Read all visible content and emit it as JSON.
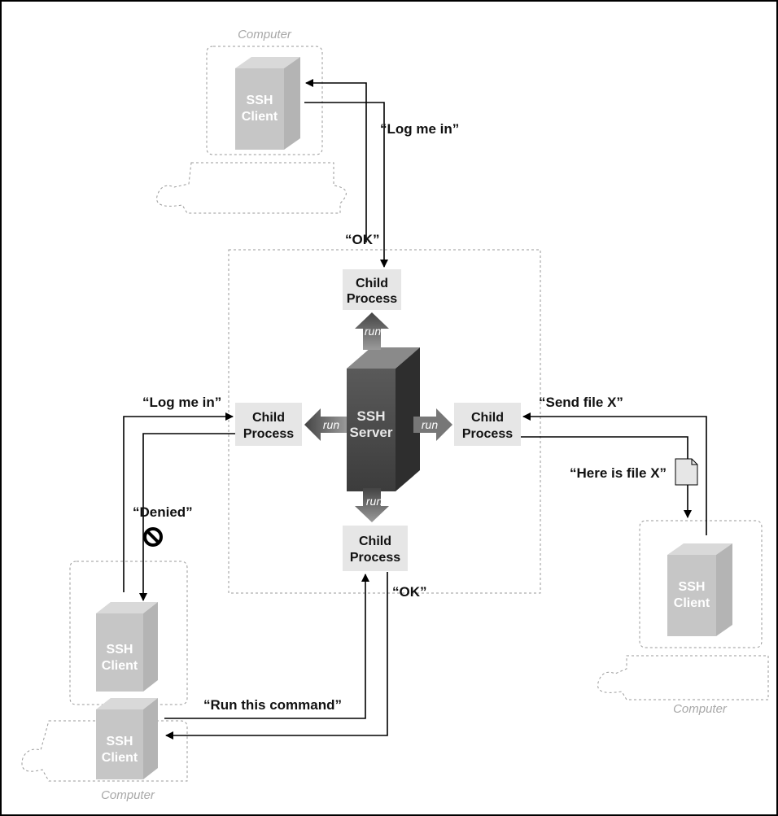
{
  "computer_label": "Computer",
  "server": {
    "line1": "SSH",
    "line2": "Server"
  },
  "client": {
    "line1": "SSH",
    "line2": "Client"
  },
  "child": {
    "line1": "Child",
    "line2": "Process"
  },
  "run_label": "run",
  "messages": {
    "top_login": "“Log me in”",
    "top_ok": "“OK”",
    "left_login": "“Log me in”",
    "left_denied": "“Denied”",
    "right_send": "“Send file X”",
    "right_here": "“Here is file X”",
    "bottom_ok": "“OK”",
    "bottom_run": "“Run this command”"
  },
  "icons": {
    "denied": "no-entry-icon",
    "file": "document-icon"
  }
}
